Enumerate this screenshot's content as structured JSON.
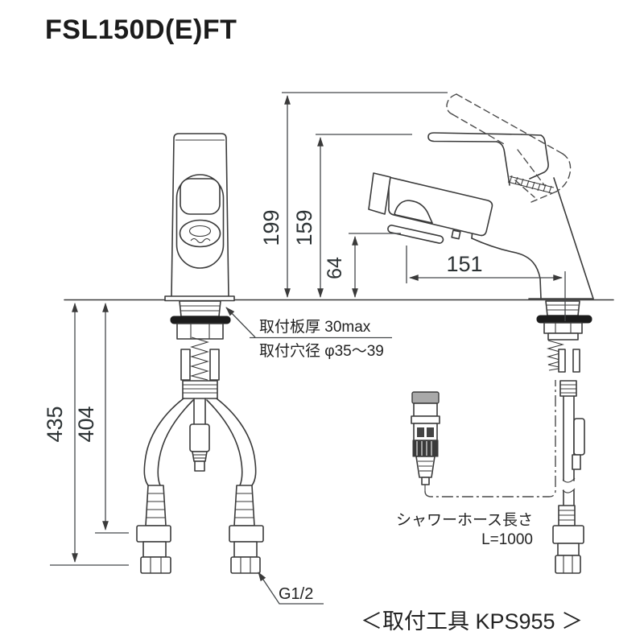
{
  "title": "FSL150D(E)FT",
  "dimensions": {
    "overall_height": "199",
    "spout_top_height": "159",
    "outlet_height": "64",
    "spout_reach": "151",
    "hose_overall_drop": "435",
    "hose_nut_drop": "404"
  },
  "annotations": {
    "mount_thickness": "取付板厚 30max",
    "mount_hole": "取付穴径 φ35〜39",
    "thread_size": "G1/2",
    "shower_hose_label": "シャワーホース長さ",
    "shower_hose_length": "L=1000",
    "tool_note": "＜取付工具 KPS955 ＞"
  },
  "colors": {
    "background": "#ffffff",
    "line": "#3a3a3a",
    "text": "#222222",
    "gasket": "#1c1c1c",
    "connector_cap": "#a9a9a9"
  }
}
